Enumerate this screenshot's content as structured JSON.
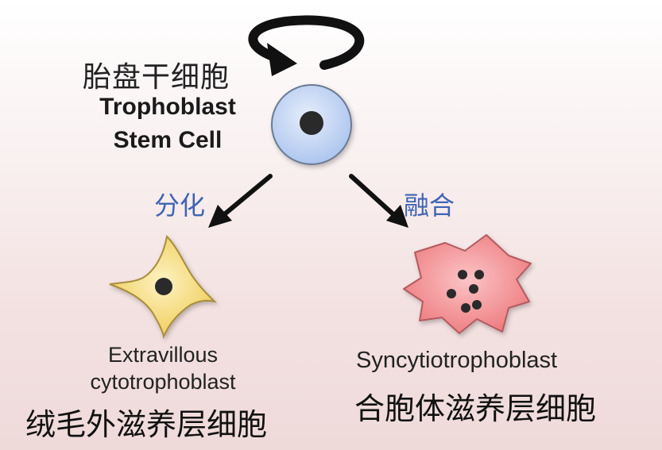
{
  "stem_cell": {
    "label_zh": "胎盘干细胞",
    "label_en_line1": "Trophoblast",
    "label_en_line2": "Stem Cell"
  },
  "processes": {
    "differentiation": "分化",
    "fusion": "融合"
  },
  "extravillous": {
    "label_en_line1": "Extravillous",
    "label_en_line2": "cytotrophoblast",
    "label_zh": "绒毛外滋养层细胞"
  },
  "syncytio": {
    "label_en": "Syncytiotrophoblast",
    "label_zh": "合胞体滋养层细胞"
  },
  "colors": {
    "stem_cell_fill": "#b9d0f2",
    "extravillous_fill": "#f7df82",
    "syncytio_fill": "#f08a8e",
    "process_text": "#3f64b3",
    "nucleus": "#2b2b2b"
  }
}
